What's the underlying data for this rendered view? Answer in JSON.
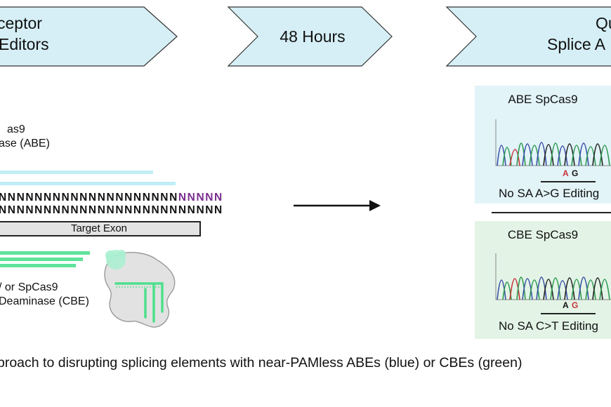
{
  "banners": {
    "left_line1": "ceptor",
    "left_line2": "Editors",
    "middle": "48 Hours",
    "right_line1": "Qu",
    "right_line2": "Splice A"
  },
  "abe_label": {
    "line1": "as9",
    "line2": "ase (ABE)"
  },
  "cbe_label": {
    "line1": "/ or SpCas9",
    "line2": "Deaminase (CBE)"
  },
  "sequence": {
    "row1_black": "NNNNNNNNNNNNNNNNNNNN",
    "row1_purple": "NNNNN",
    "row2": "NNNNNNNNNNNNNNNNNNNNNNNNN"
  },
  "target_exon": "Target Exon",
  "panels": {
    "abe": {
      "title": "ABE SpCas9",
      "base1": "A",
      "base2": "G",
      "note": "No SA A>G Editing"
    },
    "cbe": {
      "title": "CBE SpCas9",
      "base1": "A",
      "base2": "G",
      "note": "No SA C>T Editing"
    }
  },
  "caption": "proach to disrupting splicing elements with near-PAMless ABEs (blue) or CBEs (green)",
  "colors": {
    "banner_fill": "#d6eff6",
    "abe_guide": "#bfeef5",
    "cbe_guide": "#5fe39a",
    "purple_seq": "#7a2e8e",
    "trace_red": "#c8333a",
    "trace_blue": "#3c4fa8",
    "trace_green": "#2e9a52",
    "trace_black": "#222222"
  },
  "icons": [
    "right-arrow-icon",
    "cas-protein-icon"
  ]
}
